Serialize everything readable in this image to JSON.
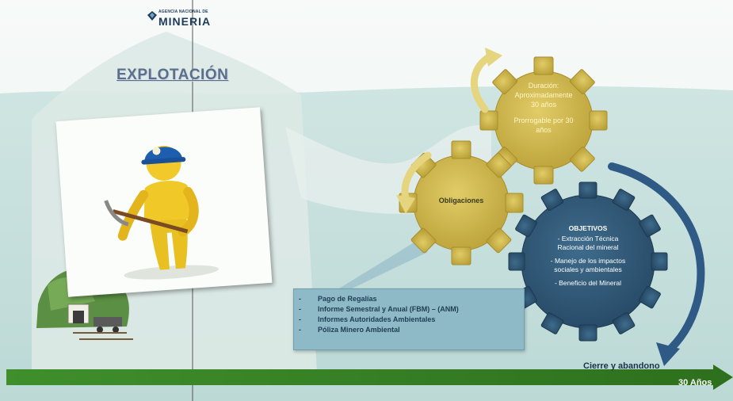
{
  "logo": {
    "small_text": "AGENCIA NACIONAL DE",
    "main_text": "MINERIA",
    "icon": "diamond-icon"
  },
  "title": "EXPLOTACIÓN",
  "gear_duration": {
    "lines": [
      "Duración:",
      "Aproximadamente",
      "30 años",
      "Prorrogable por 30",
      "años"
    ]
  },
  "gear_obligations": {
    "label": "Obligaciones"
  },
  "gear_objectives": {
    "title": "OBJETIVOS",
    "lines": [
      "- Extracción Técnica",
      "Racional del mineral",
      "- Manejo de los impactos",
      "sociales y ambientales",
      "- Beneficio del Mineral"
    ]
  },
  "obligations_box": {
    "items": [
      "Pago de Regalías",
      "Informe Semestral y Anual (FBM) – (ANM)",
      "Informes Autoridades Ambientales",
      "Póliza Minero Ambiental"
    ]
  },
  "timeline": {
    "closing_label": "Cierre y abandono",
    "years_label": "30 Años"
  },
  "colors": {
    "gear_gold": "#c9b24a",
    "gear_blue": "#2f5674",
    "arrow_green": "#2e7d1f",
    "title_blue": "#5b6f8c"
  },
  "icons": [
    "diamond-icon",
    "miner-figure",
    "mine-entrance-icon",
    "cycle-arrow-icon"
  ]
}
